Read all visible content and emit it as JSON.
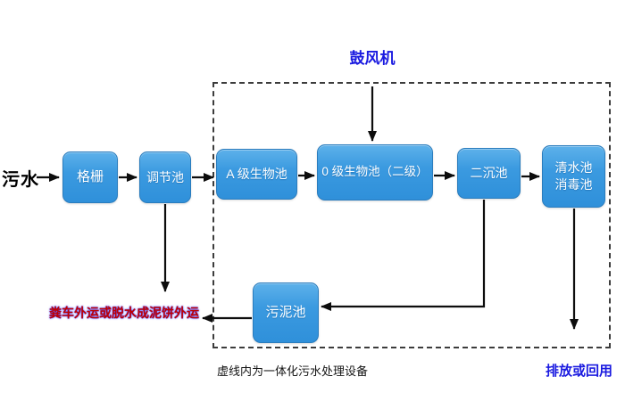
{
  "diagram": {
    "source_label": "污水",
    "blower_label": "鼓风机",
    "sludge_disposal_label": "粪车外运或脱水成泥饼外运",
    "boundary_caption": "虚线内为一体化污水处理设备",
    "discharge_label": "排放或回用",
    "nodes": {
      "grid": "格栅",
      "regulating_tank": "调节池",
      "a_bio_tank": "A 级生物池",
      "o_bio_tank": "0 级生物池（二级）",
      "secondary_sedimentation": "二沉池",
      "clear_disinfection": "清水池\n消毒池",
      "sludge_tank": "污泥池"
    },
    "edges": [
      "污水 → 格栅",
      "格栅 → 调节池",
      "调节池 → A 级生物池",
      "A 级生物池 → 0 级生物池（二级）",
      "0 级生物池（二级） → 二沉池",
      "二沉池 → 清水池/消毒池",
      "鼓风机 → 0 级生物池（二级）",
      "二沉池 → 污泥池",
      "污泥池 → 粪车外运或脱水成泥饼外运",
      "调节池 → 粪车外运或脱水成泥饼外运",
      "清水池/消毒池 → 排放或回用"
    ],
    "colors": {
      "node_fill_top": "#5db1ea",
      "node_fill_bottom": "#2f90da",
      "node_border": "#2a7cbd",
      "node_text": "#ffffff",
      "arrow": "#0d0d0d",
      "boundary_dash": "#3c3c3c",
      "blue_label": "#1a1ae0",
      "red_label": "#c00000",
      "black_label": "#000000",
      "background": "#ffffff"
    }
  }
}
